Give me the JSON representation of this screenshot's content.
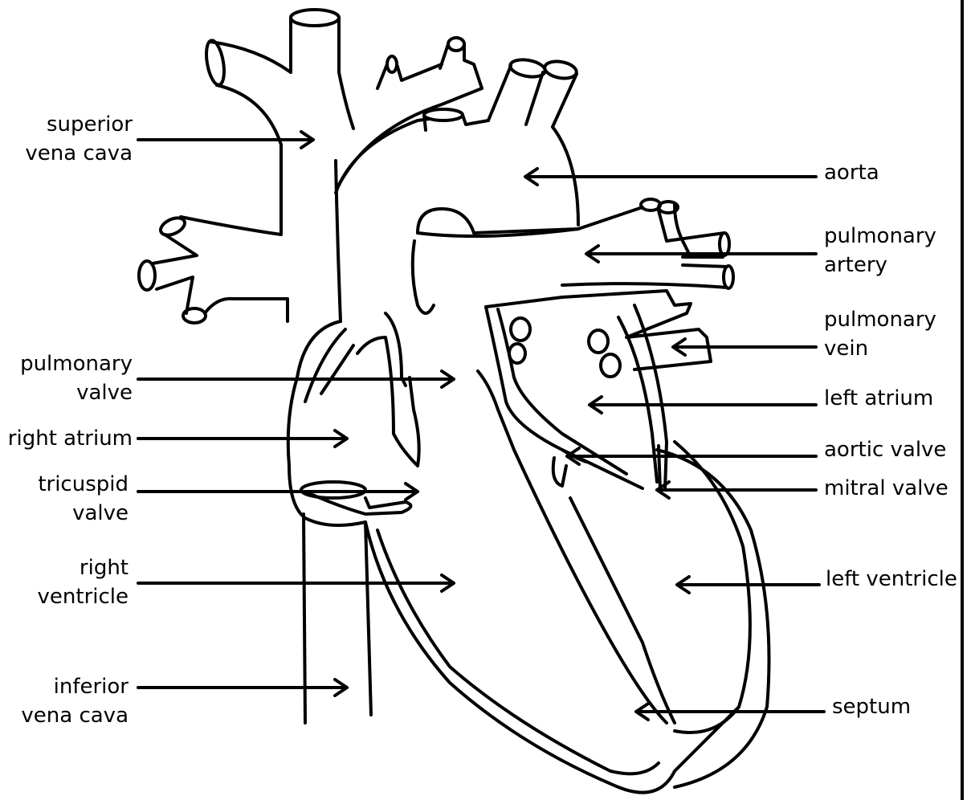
{
  "labels": {
    "superior_vena_cava": [
      "superior",
      "vena cava"
    ],
    "pulmonary_valve": [
      "pulmonary",
      "valve"
    ],
    "right_atrium": [
      "right atrium"
    ],
    "tricuspid_valve": [
      "tricuspid",
      "valve"
    ],
    "right_ventricle": [
      "right",
      "ventricle"
    ],
    "inferior_vena_cava": [
      "inferior",
      "vena cava"
    ],
    "aorta": [
      "aorta"
    ],
    "pulmonary_artery": [
      "pulmonary",
      "artery"
    ],
    "pulmonary_vein": [
      "pulmonary",
      "vein"
    ],
    "left_atrium": [
      "left atrium"
    ],
    "aortic_valve": [
      "aortic valve"
    ],
    "mitral_valve": [
      "mitral valve"
    ],
    "left_ventricle": [
      "left ventricle"
    ],
    "septum": [
      "septum"
    ]
  },
  "colors": {
    "line": "#000000",
    "background": "#ffffff"
  }
}
